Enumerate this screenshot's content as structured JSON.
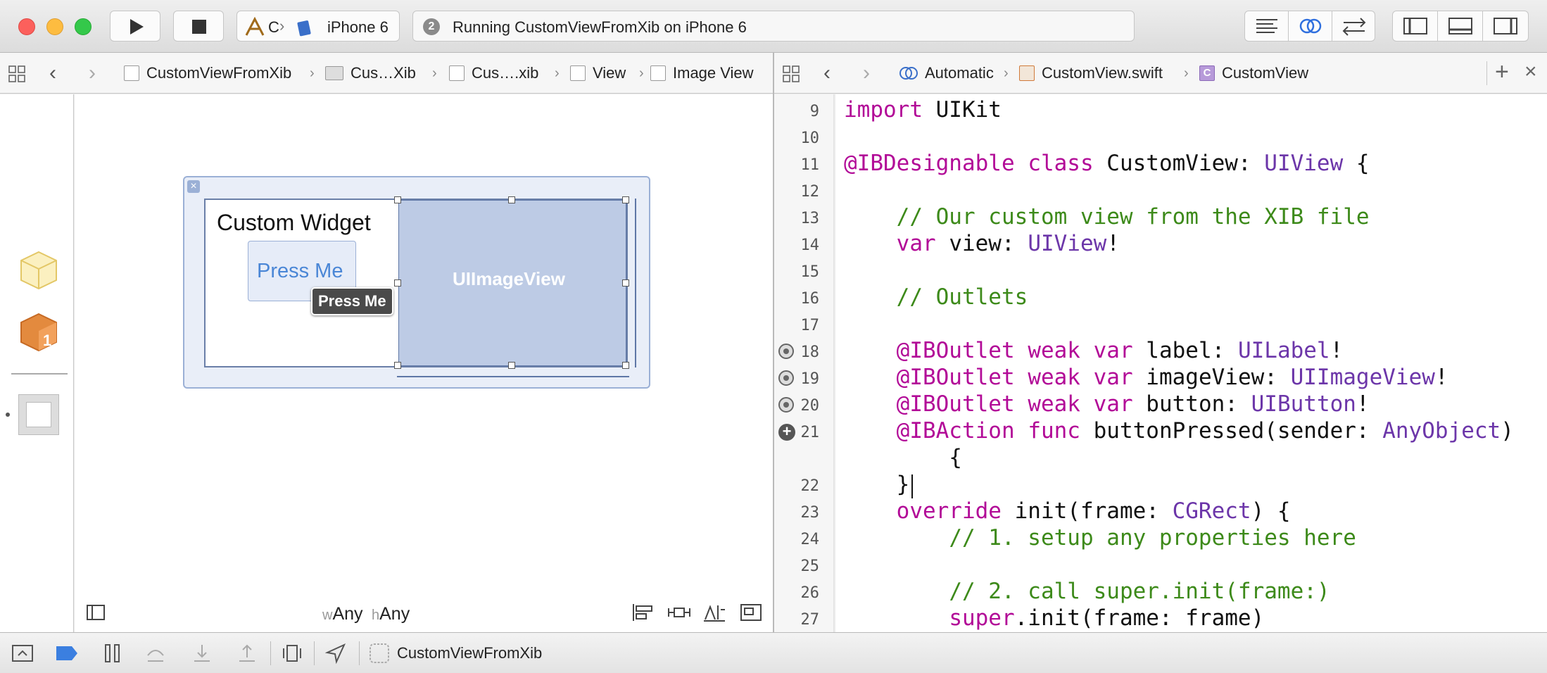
{
  "toolbar": {
    "scheme_short": "C",
    "device": "iPhone 6",
    "activity_count": "2",
    "activity_text": "Running CustomViewFromXib on iPhone 6"
  },
  "left_jumpbar": {
    "items": [
      "CustomViewFromXib",
      "Cus…Xib",
      "Cus….xib",
      "View",
      "Image View"
    ]
  },
  "right_jumpbar": {
    "items": [
      "Automatic",
      "CustomView.swift",
      "CustomView"
    ]
  },
  "canvas": {
    "label_text": "Custom Widget",
    "button_text": "Press Me",
    "tooltip_text": "Press Me",
    "image_view_text": "UIImageView",
    "size_class_w": "w",
    "size_class_w_value": "Any",
    "size_class_h": "h",
    "size_class_h_value": "Any"
  },
  "code": {
    "line_numbers": [
      "9",
      "10",
      "11",
      "12",
      "13",
      "14",
      "15",
      "16",
      "17",
      "18",
      "19",
      "20",
      "21",
      "22",
      "23",
      "24",
      "25",
      "26",
      "27"
    ],
    "lines": [
      "import UIKit",
      "",
      "@IBDesignable class CustomView: UIView {",
      "",
      "    // Our custom view from the XIB file",
      "    var view: UIView!",
      "",
      "    // Outlets",
      "",
      "    @IBOutlet weak var label: UILabel!",
      "    @IBOutlet weak var imageView: UIImageView!",
      "    @IBOutlet weak var button: UIButton!",
      "    @IBAction func buttonPressed(sender: AnyObject)",
      "        {",
      "    }",
      "    override init(frame: CGRect) {",
      "        // 1. setup any properties here",
      "",
      "        // 2. call super.init(frame:)",
      "        super.init(frame: frame)"
    ]
  },
  "bottombar": {
    "target_name": "CustomViewFromXib"
  },
  "colors": {
    "keyword": "#b20a97",
    "type": "#6c36a9",
    "comment": "#3d8a1a",
    "imageview_fill": "#bdcbe5",
    "button_text": "#4a86d6"
  }
}
